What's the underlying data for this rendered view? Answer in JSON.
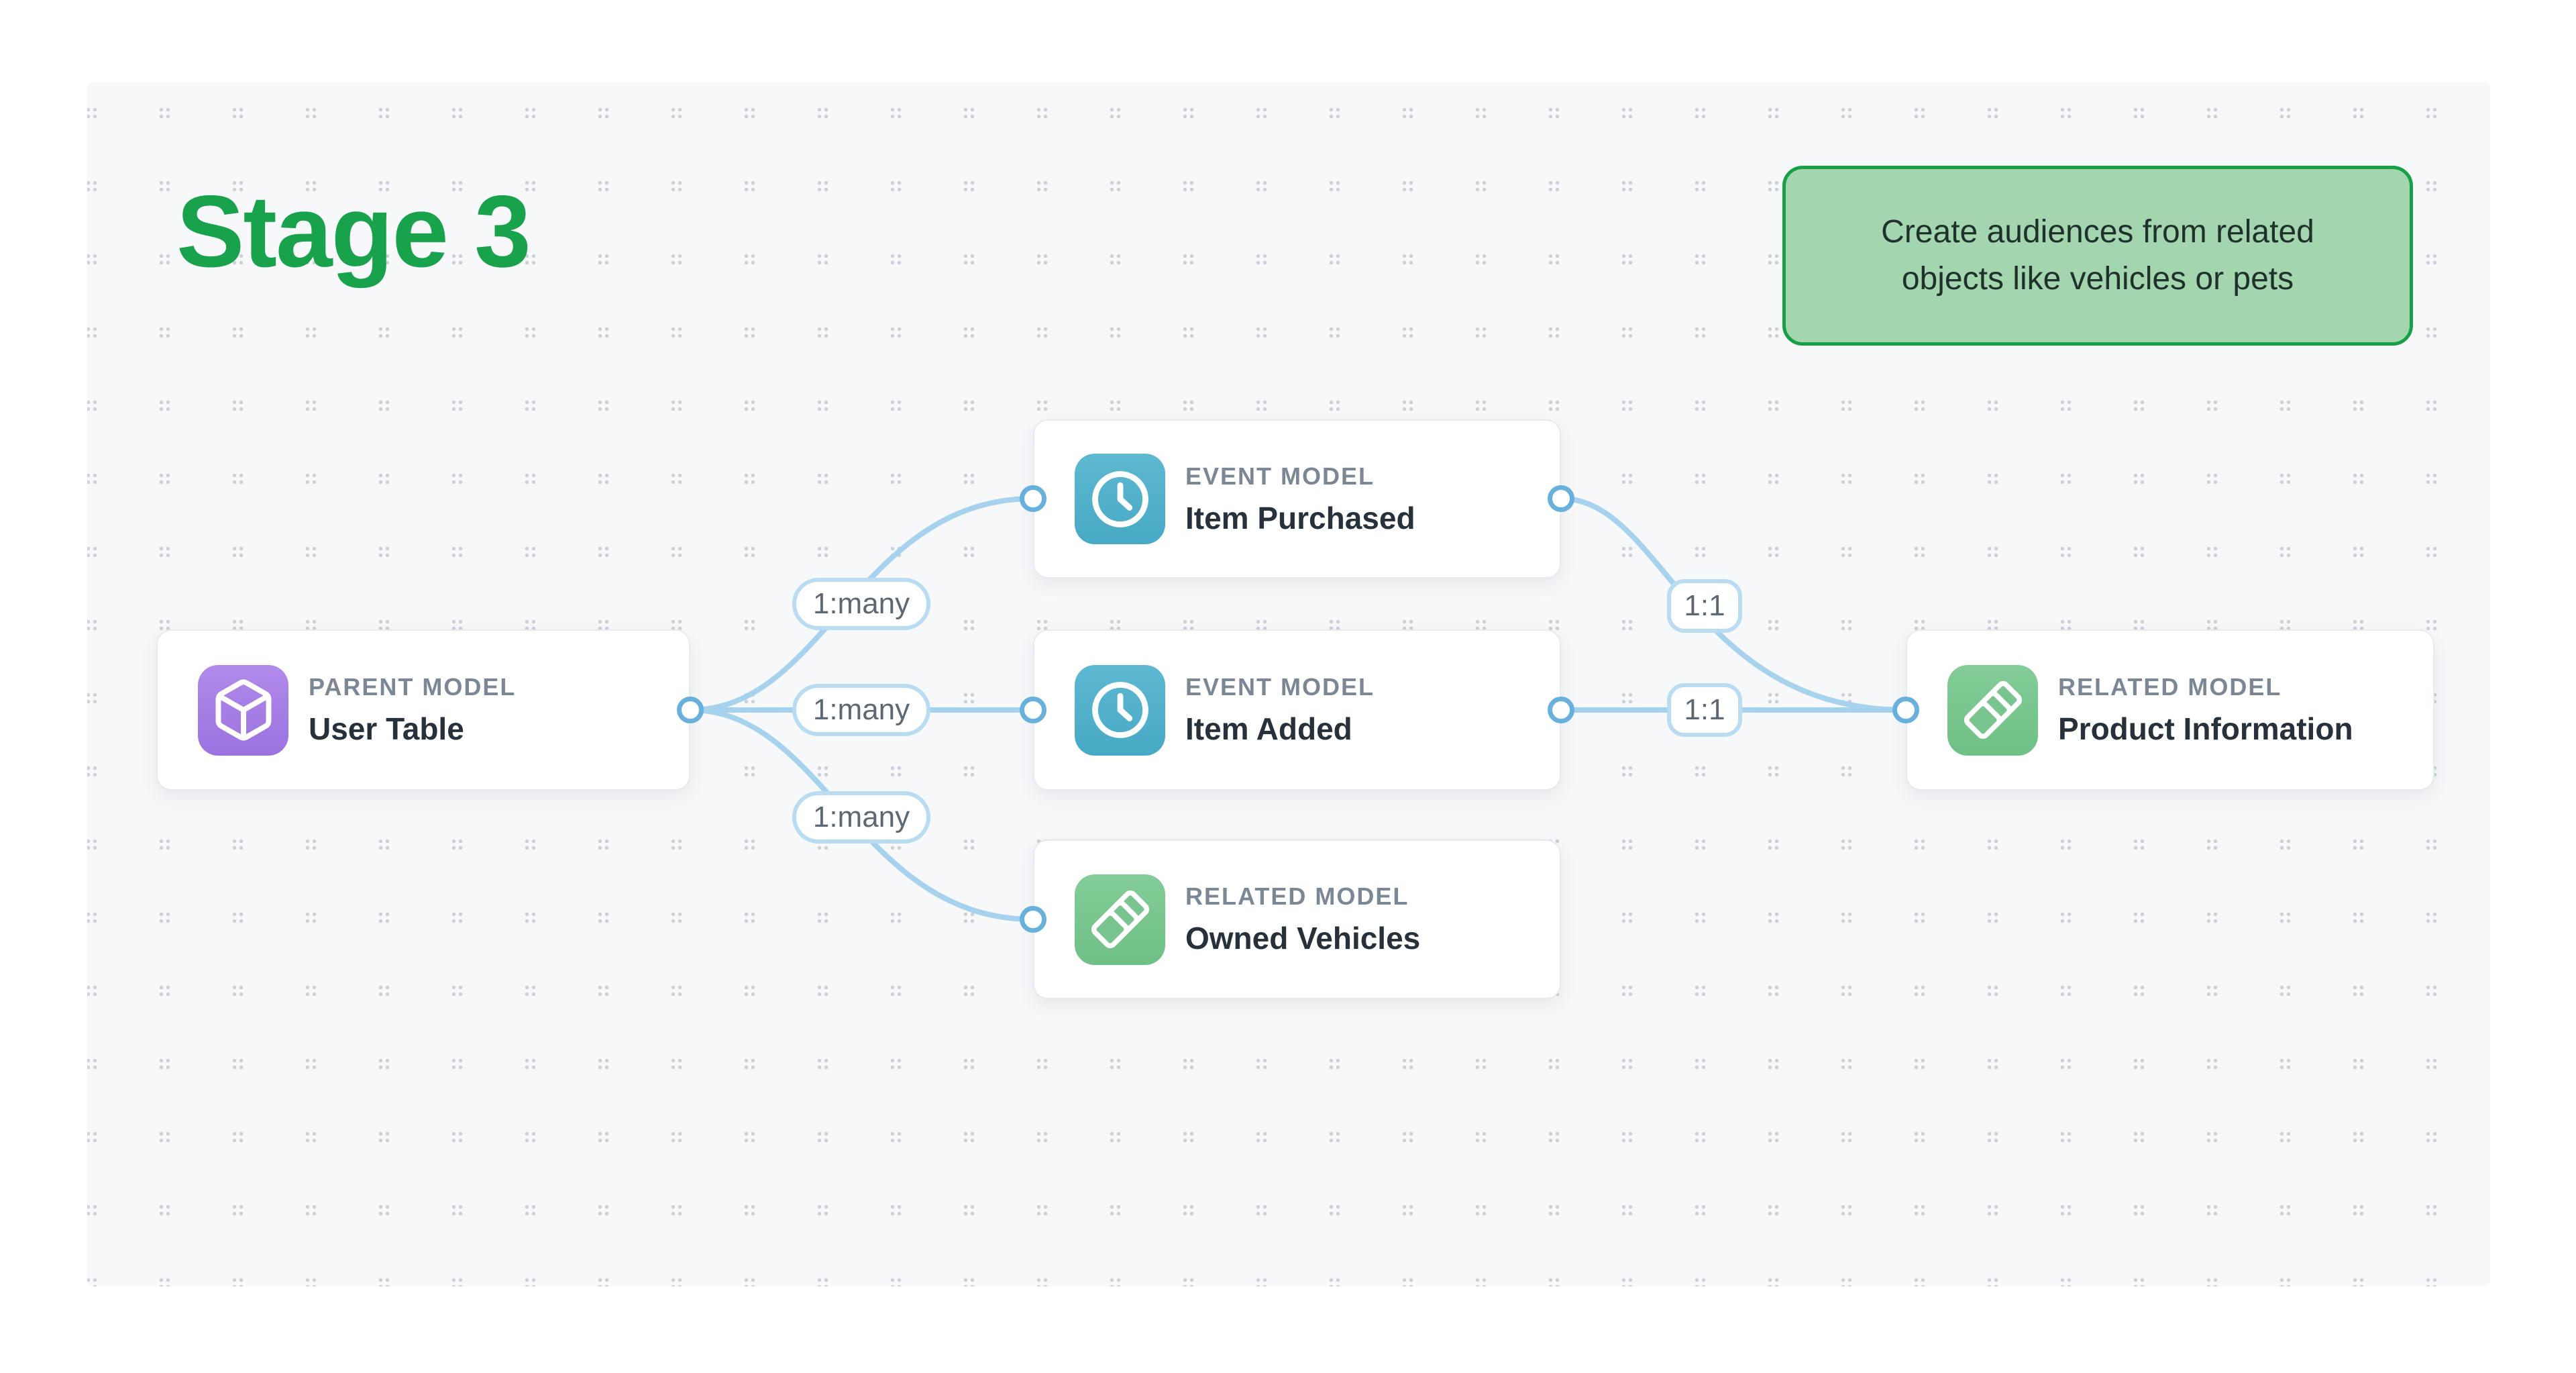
{
  "title": "Stage 3",
  "callout": {
    "line1": "Create audiences from related",
    "line2": "objects like vehicles or pets"
  },
  "nodes": [
    {
      "id": "parent",
      "type_label": "PARENT MODEL",
      "name": "User Table",
      "icon": "cube-icon",
      "tile_color_top": "#b18ae9",
      "tile_color_bottom": "#9b72e0"
    },
    {
      "id": "event-1",
      "type_label": "EVENT MODEL",
      "name": "Item Purchased",
      "icon": "clock-icon",
      "tile_color_top": "#5eb8d1",
      "tile_color_bottom": "#47a9c5"
    },
    {
      "id": "event-2",
      "type_label": "EVENT MODEL",
      "name": "Item Added",
      "icon": "clock-icon",
      "tile_color_top": "#5eb8d1",
      "tile_color_bottom": "#47a9c5"
    },
    {
      "id": "related-1",
      "type_label": "RELATED MODEL",
      "name": "Owned Vehicles",
      "icon": "stack-icon",
      "tile_color_top": "#84cc98",
      "tile_color_bottom": "#6ec086"
    },
    {
      "id": "related-2",
      "type_label": "RELATED MODEL",
      "name": "Product Information",
      "icon": "stack-icon",
      "tile_color_top": "#84cc98",
      "tile_color_bottom": "#6ec086"
    }
  ],
  "edge_labels": {
    "one_to_many": "1:many",
    "one_to_one": "1:1"
  },
  "colors": {
    "title_green": "#18a24b",
    "callout_fill": "#a3d5ae",
    "callout_border": "#17a048",
    "edge_blue": "#a6d2ee",
    "port_ring_blue": "#69b1dd",
    "pill_border_blue": "#b9dcf2",
    "canvas_background": "#f7f8fa",
    "node_label_gray": "#7b8795",
    "node_name_dark": "#27313b"
  }
}
